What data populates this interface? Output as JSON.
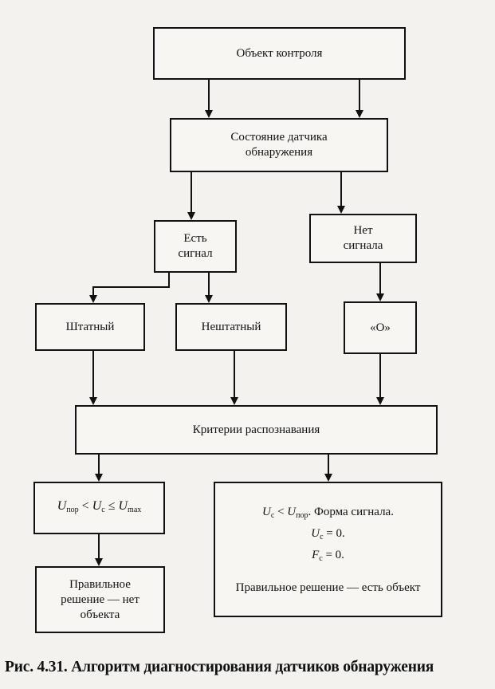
{
  "diagram": {
    "object": "Объект контроля",
    "sensor_state_l1": "Состояние датчика",
    "sensor_state_l2": "обнаружения",
    "has_signal_l1": "Есть",
    "has_signal_l2": "сигнал",
    "no_signal_l1": "Нет",
    "no_signal_l2": "сигнала",
    "regular": "Штатный",
    "irregular": "Нештатный",
    "zero": "«О»",
    "criteria": "Критерии распознавания",
    "cond_left": {
      "u1": "U",
      "s1": "пор",
      "op1": " < ",
      "u2": "U",
      "s2": "с",
      "op2": " ≤ ",
      "u3": "U",
      "s3": "max"
    },
    "decision_left_l1": "Правильное",
    "decision_left_l2": "решение — нет",
    "decision_left_l3": "объекта",
    "cond_right": {
      "u1": "U",
      "s1": "с",
      "op1": " < ",
      "u2": "U",
      "s2": "пор",
      "tail": ".  Форма сигнала.",
      "u3": "U",
      "s3": "с",
      "eq3": " = 0.",
      "f4": "F",
      "s4": "с",
      "eq4": " = 0.",
      "decision": "Правильное решение — есть объект"
    }
  },
  "caption": "Рис. 4.31. Алгоритм диагностирования датчиков обнаружения"
}
